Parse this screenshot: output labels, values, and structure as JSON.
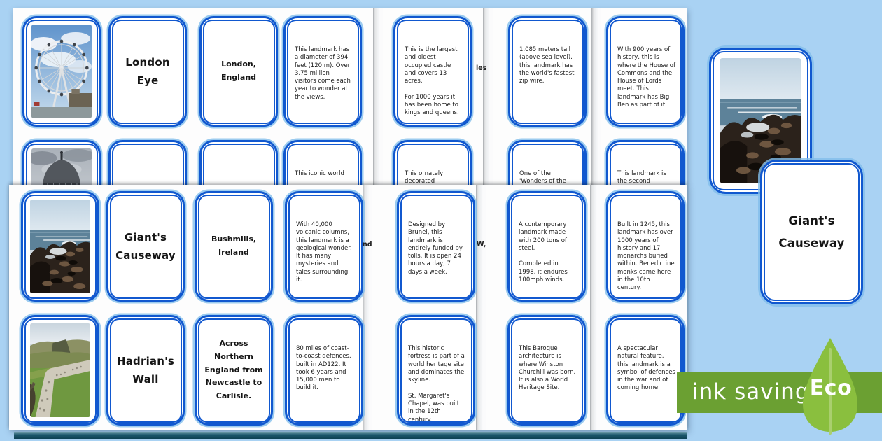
{
  "colors": {
    "background": "#a9d2f3",
    "card_border": "#1158cf",
    "banner_green": "#6ba032",
    "leaf_green": "#8abf3e",
    "footer_teal": "#17566b"
  },
  "badge": {
    "ink_label": "ink saving",
    "eco_label": "Eco"
  },
  "back_sheet": {
    "row1": {
      "name": "London Eye",
      "location": "London, England",
      "desc1": "This landmark has a diameter of 394 feet (120 m). Over 3.75 million visitors come each year to wonder at the views.",
      "desc2": "This is the largest and oldest occupied castle and covers 13 acres.\n\nFor 1000 years it has been home to kings and queens.",
      "desc3": "1,085 meters tall (above sea level), this landmark has the world's fastest zip wire.",
      "desc4": "With 900 years of history, this is where the House of Commons and the House of Lords meet. This landmark has Big Ben as part of it.",
      "edge_fragment": "les"
    },
    "row2": {
      "desc1": "This iconic world",
      "desc2": "This ornately decorated",
      "desc3": "One of the 'Wonders of the World', this",
      "desc4": "This landmark is the second deepest at"
    }
  },
  "front_sheet": {
    "row1": {
      "name": "Giant's Causeway",
      "location": "Bushmills, Ireland",
      "desc1": "With 40,000 volcanic columns, this landmark is a geological wonder. It has many mysteries and tales surrounding it.",
      "desc2": "Designed by Brunel, this landmark is entirely funded by tolls. It is open 24 hours a day, 7 days a week.",
      "desc3": "A contemporary landmark made with 200 tons of steel.\n\nCompleted in 1998, it endures 100mph winds.",
      "desc4": "Built in 1245, this landmark has over 1000 years of history and 17 monarchs buried within. Benedictine monks came here in the 10th century.",
      "edge_fragment_1": "nd",
      "edge_fragment_2": "W,"
    },
    "row2": {
      "name": "Hadrian's Wall",
      "location": "Across Northern England from Newcastle to Carlisle.",
      "desc1": "80 miles of coast-to-coast defences, built in AD122. It took 6 years and 15,000 men to build it.",
      "desc2": "This historic fortress is part of a world heritage site and dominates the skyline.\n\nSt. Margaret's Chapel, was built in the 12th century.",
      "desc3": "This Baroque architecture is where Winston Churchill was born. It is also a World Heritage Site.",
      "desc4": "A spectacular natural feature, this landmark is a symbol of defences in the war and of coming home."
    }
  },
  "pulled_cards": {
    "name": "Giant's Causeway"
  }
}
